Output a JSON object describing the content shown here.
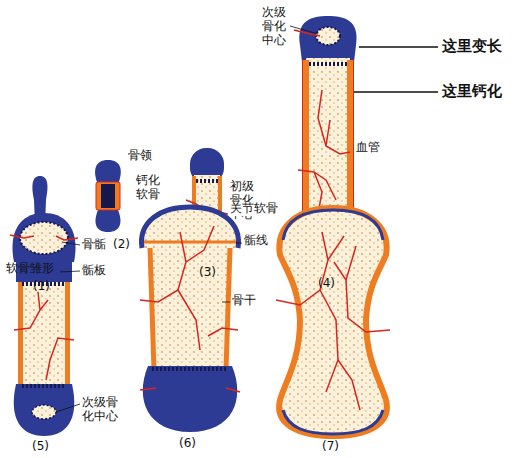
{
  "diagram": {
    "labels": [
      "软骨雏形",
      "(1)",
      "骨领",
      "钙化软骨",
      "(2)",
      "初级骨化中心",
      "(3)",
      "次级骨化中心",
      "血管",
      "(4)",
      "这里变长",
      "这里钙化",
      "骨骺",
      "骺板",
      "次级骨化中心",
      "(5)",
      "关节软骨",
      "骺线",
      "骨干",
      "(6)",
      "(7)"
    ]
  }
}
